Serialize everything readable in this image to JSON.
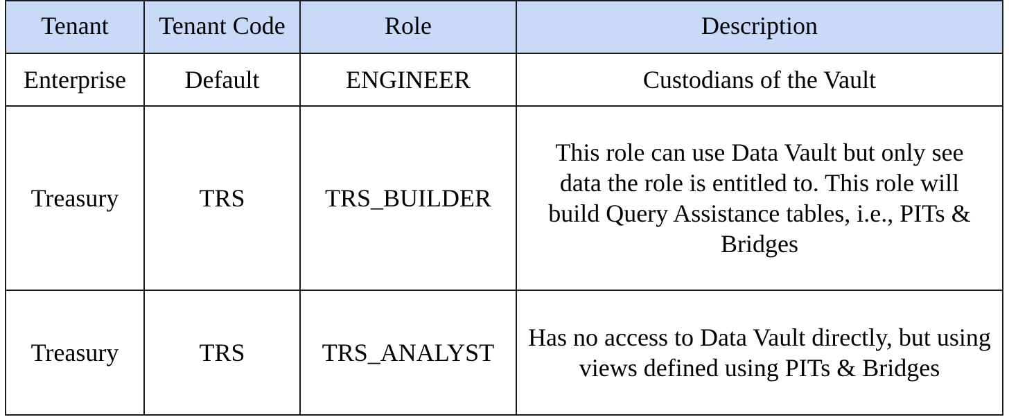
{
  "table": {
    "headers": [
      "Tenant",
      "Tenant Code",
      "Role",
      "Description"
    ],
    "rows": [
      {
        "tenant": "Enterprise",
        "tenant_code": "Default",
        "role": "ENGINEER",
        "description": "Custodians of the Vault"
      },
      {
        "tenant": "Treasury",
        "tenant_code": "TRS",
        "role": "TRS_BUILDER",
        "description": "This role can use Data Vault but only see data the role is entitled to. This role will build Query Assistance tables, i.e., PITs & Bridges"
      },
      {
        "tenant": "Treasury",
        "tenant_code": "TRS",
        "role": "TRS_ANALYST",
        "description": "Has no access to Data Vault directly, but using views defined using PITs & Bridges"
      }
    ],
    "header_color": "#c9daf8",
    "border_color": "#1a1a1a"
  }
}
